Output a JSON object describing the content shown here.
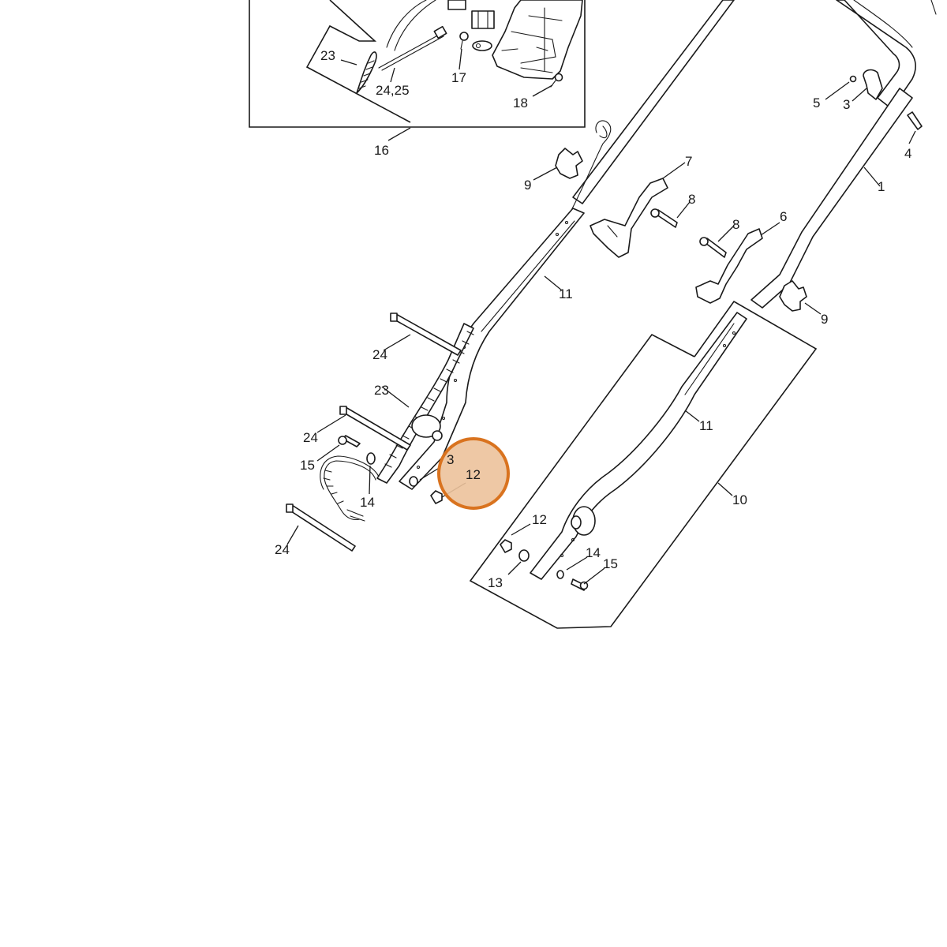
{
  "highlight_color": "#d9731f",
  "labels": {
    "inset_23": "23",
    "inset_24_25": "24,25",
    "inset_17": "17",
    "inset_18": "18",
    "l16": "16",
    "l5": "5",
    "l3_top": "3",
    "l4": "4",
    "l1": "1",
    "l9_top": "9",
    "l7": "7",
    "l8_a": "8",
    "l8_b": "8",
    "l6": "6",
    "l11_a": "11",
    "l9_b": "9",
    "l24_a": "24",
    "l23": "23",
    "l11_b": "11",
    "l24_b": "24",
    "l15_a": "15",
    "l13_a": "3",
    "l12_a": "12",
    "l14_a": "14",
    "l10": "10",
    "l24_c": "24",
    "l12_b": "12",
    "l14_b": "14",
    "l15_b": "15",
    "l13_b": "13"
  }
}
